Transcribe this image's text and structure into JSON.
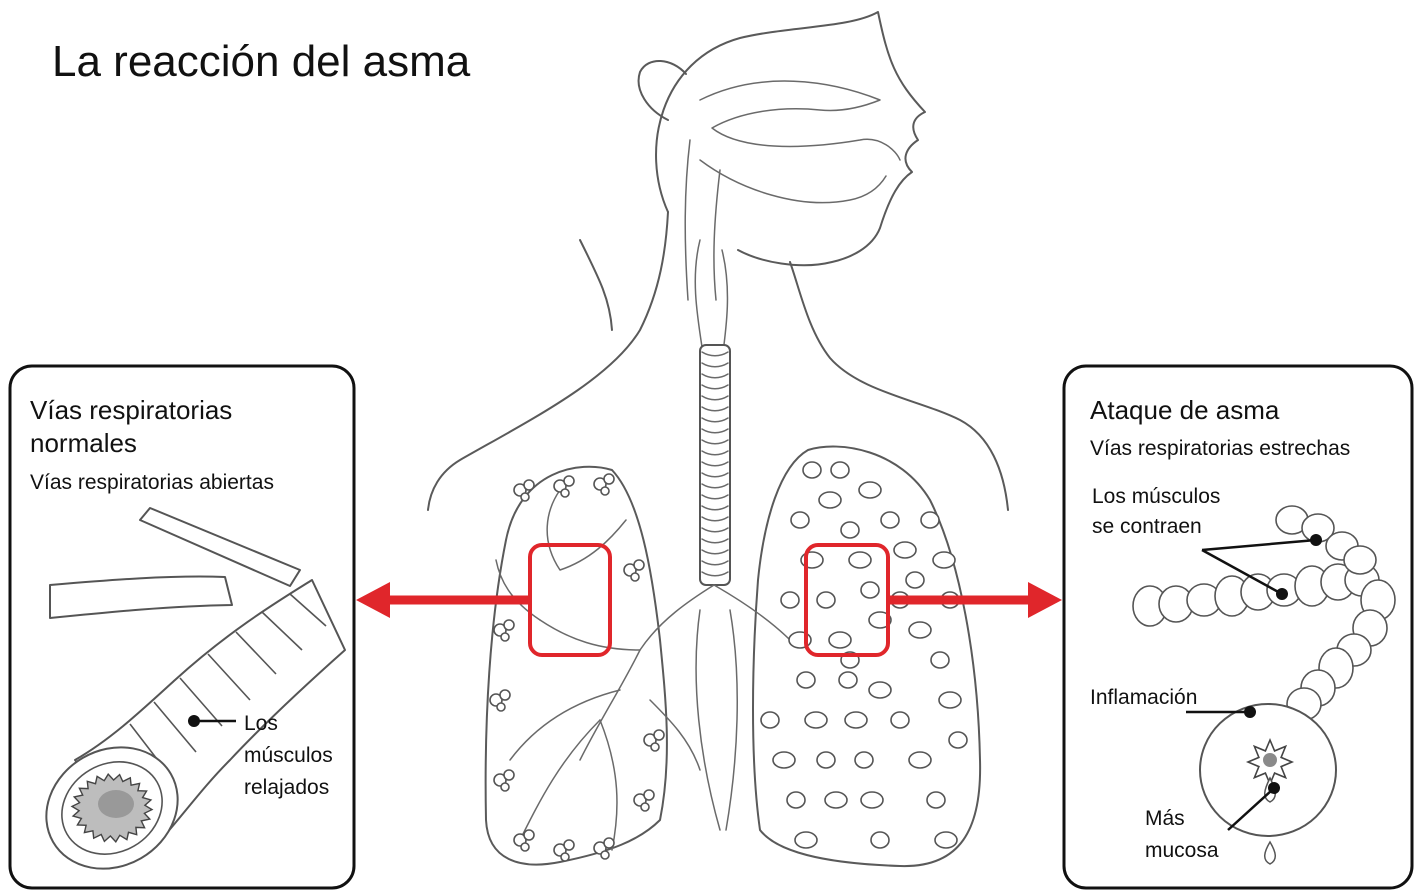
{
  "title": "La reacción del asma",
  "left_panel": {
    "heading_line1": "Vías respiratorias",
    "heading_line2": "normales",
    "subheading": "Vías respiratorias abiertas",
    "label_line1": "Los",
    "label_line2": "músculos",
    "label_line3": "relajados"
  },
  "right_panel": {
    "heading": "Ataque de asma",
    "subheading": "Vías respiratorias estrechas",
    "muscles_line1": "Los músculos",
    "muscles_line2": "se contraen",
    "inflammation": "Inflamación",
    "mucus_line1": "Más",
    "mucus_line2": "mucosa"
  },
  "colors": {
    "highlight": "#e0262b",
    "outline": "#555555",
    "text": "#111111"
  }
}
